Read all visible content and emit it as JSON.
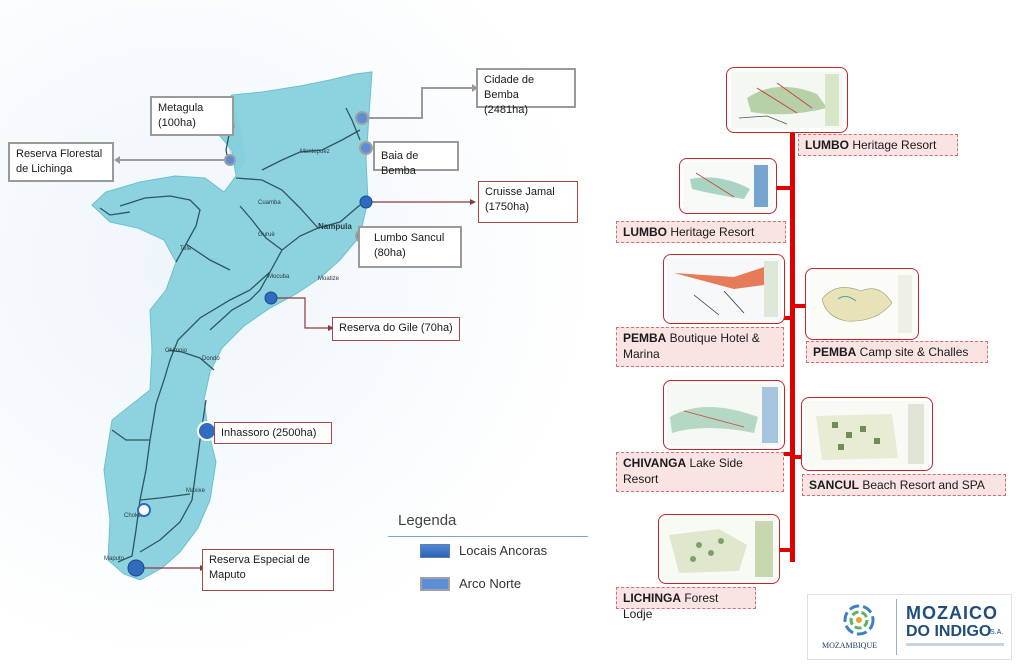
{
  "legend": {
    "title": "Legenda",
    "items": [
      {
        "label": "Locais Ancoras"
      },
      {
        "label": "Arco Norte"
      }
    ]
  },
  "map_labels": {
    "metagula": "Metagula\n(100ha)",
    "reserva_lichinga": "Reserva Florestal\nde Lichinga",
    "cidade_bemba": "Cidade de Bemba\n(2481ha)",
    "baia_bemba": "Baia de Bemba",
    "cruisse_jamal": "Cruisse Jamal\n(1750ha)",
    "lumbo_sancul": "Lumbo Sancul\n(80ha)",
    "reserva_gile": "Reserva do Gile (70ha)",
    "inhassoro": "Inhassoro (2500ha)",
    "reserva_maputo": "Reserva Especial de\nMaputo"
  },
  "towns": {
    "montepuez": "Montepuez",
    "nampula": "Nampula",
    "cuamba": "Cuamba",
    "gurue": "Guruè",
    "mocuba": "Mocuba",
    "moatize": "Moatize",
    "tete": "Tete",
    "chimoio": "Chimoio",
    "dondo": "Dondo",
    "maxixe": "Maxixe",
    "chokwe": "Chokwe",
    "maputo": "Maputo"
  },
  "resorts": [
    {
      "bold": "LUMBO",
      "rest": " Heritage Resort"
    },
    {
      "bold": "LUMBO",
      "rest": " Heritage Resort"
    },
    {
      "bold": "PEMBA",
      "rest": " Boutique Hotel &\nMarina"
    },
    {
      "bold": "PEMBA",
      "rest": " Camp site & Challes"
    },
    {
      "bold": "CHIVANGA",
      "rest": " Lake Side\nResort"
    },
    {
      "bold": "SANCUL",
      "rest": " Beach Resort and SPA"
    },
    {
      "bold": "LICHINGA",
      "rest": " Forest Lodje"
    }
  ],
  "logo": {
    "left_text": "MOZAMBIQUE",
    "name_line1": "MOZAICO",
    "name_line2": "DO INDIGO",
    "suffix": "S.A."
  },
  "colors": {
    "land": "#8dd3df",
    "land_stroke": "#5cb3c3",
    "road": "#2f5560",
    "anchor_marker": "#2f6bbf",
    "timeline": "#e00000"
  }
}
